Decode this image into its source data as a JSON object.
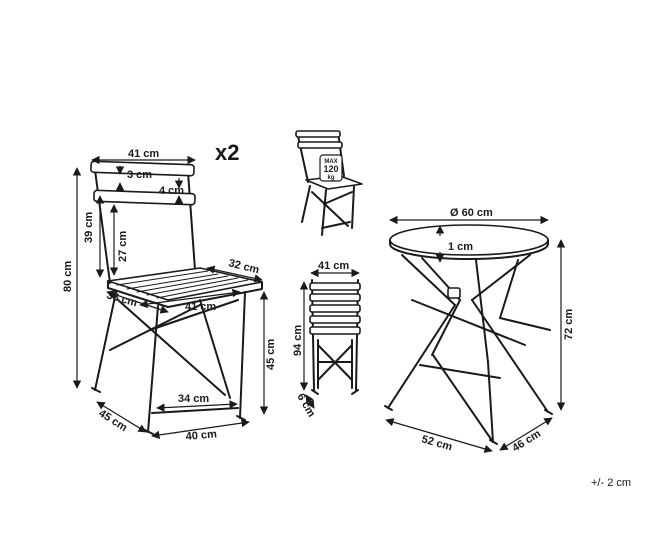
{
  "chair": {
    "back_width": "41 cm",
    "slat_gap": "3 cm",
    "slat_height": "4 cm",
    "back_height": "39 cm",
    "back_lower": "27 cm",
    "total_height": "80 cm",
    "seat_depth_right": "32 cm",
    "seat_depth_left": "36 cm",
    "seat_width": "41 cm",
    "seat_height": "45 cm",
    "leg_span": "34 cm",
    "base_depth": "45 cm",
    "base_width": "40 cm",
    "quantity": "x2"
  },
  "load_badge": {
    "line1": "MAX",
    "line2": "120",
    "line3": "kg"
  },
  "folded_chair": {
    "width": "41 cm",
    "height": "94 cm",
    "depth": "6 cm"
  },
  "table": {
    "diameter": "Ø 60 cm",
    "top_thickness": "1 cm",
    "height": "72 cm",
    "base_width": "52 cm",
    "base_depth": "46 cm"
  },
  "tolerance": "+/- 2 cm"
}
